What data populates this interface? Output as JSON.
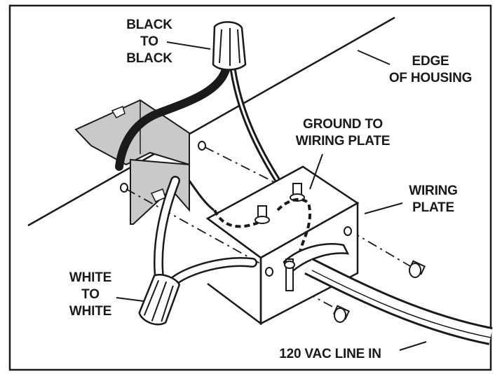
{
  "labels": {
    "black_to_black": [
      "BLACK",
      "TO",
      "BLACK"
    ],
    "edge_of_housing": [
      "EDGE",
      "OF HOUSING"
    ],
    "ground_to_wiring_plate": [
      "GROUND TO",
      "WIRING PLATE"
    ],
    "wiring_plate": [
      "WIRING",
      "PLATE"
    ],
    "white_to_white": [
      "WHITE",
      "TO",
      "WHITE"
    ],
    "line_in": "120 VAC LINE IN"
  },
  "colors": {
    "ink": "#1a1a1a",
    "bracket_fill": "#c9c9c9",
    "background": "#ffffff"
  }
}
